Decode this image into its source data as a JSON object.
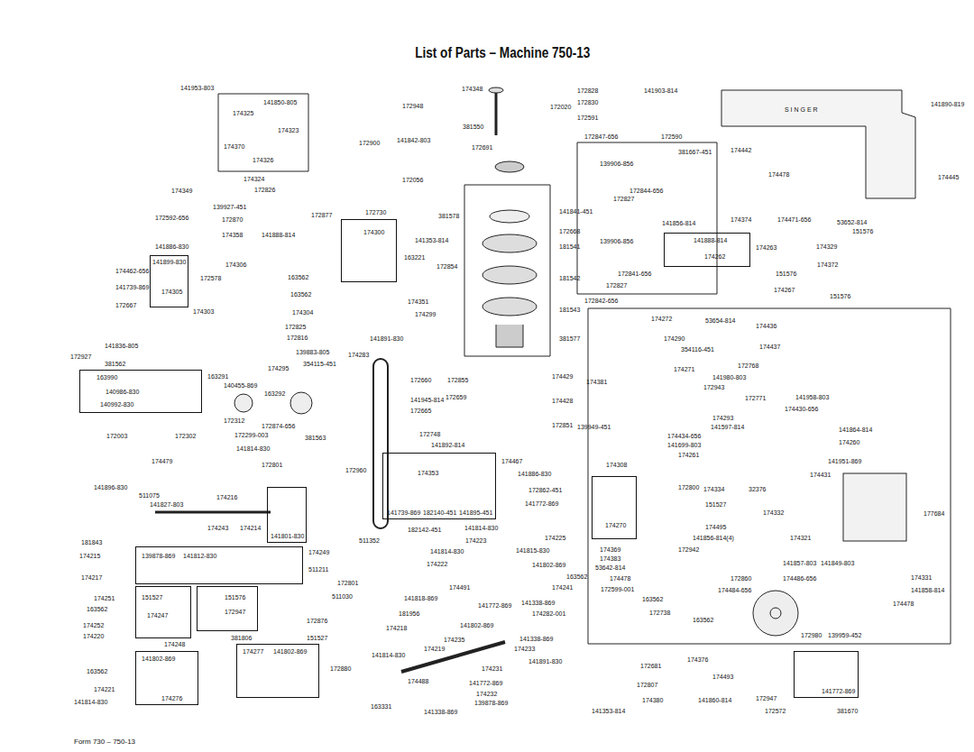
{
  "diagram": {
    "title": "List of Parts – Machine 750-13",
    "caption": "Form 730 – 750-13",
    "nodes": [
      {
        "text": [
          "141899-830",
          "174305"
        ]
      },
      {
        "text": [
          "174300"
        ]
      },
      {
        "text": [
          "141888-814",
          "174262"
        ]
      },
      {
        "text": [
          "163990",
          "140986-830",
          "140992-830"
        ]
      },
      {
        "text": [
          "174353",
          "141739-869",
          "182140-451",
          "141895-451"
        ]
      },
      {
        "text": [
          "174270"
        ]
      },
      {
        "text": [
          "141801-830"
        ]
      },
      {
        "text": [
          "139878-869",
          "141812-830"
        ]
      },
      {
        "text": [
          "151527",
          "174247"
        ]
      },
      {
        "text": [
          "151576",
          "172947"
        ]
      },
      {
        "text": [
          "141802-869",
          "174276"
        ]
      },
      {
        "text": [
          "174277",
          "141802-869"
        ]
      },
      {
        "text": [
          "141772-869"
        ]
      }
    ],
    "labels": [
      "141953-803",
      "141850-805",
      "174325",
      "174323",
      "174370",
      "174326",
      "174324",
      "172826",
      "174349",
      "139927-451",
      "172870",
      "174358",
      "141888-814",
      "172592-656",
      "141886-830",
      "174462-656",
      "172578",
      "141739-869",
      "172667",
      "174303",
      "174306",
      "163562",
      "163562",
      "174304",
      "172825",
      "172816",
      "139883-805",
      "174295",
      "354115-451",
      "174283",
      "141836-805",
      "172927",
      "381562",
      "163291",
      "140455-869",
      "163292",
      "172312",
      "172874-656",
      "172299-003",
      "381563",
      "141814-830",
      "172801",
      "172003",
      "172302",
      "172948",
      "141842-803",
      "172900",
      "172056",
      "172877",
      "172730",
      "141353-814",
      "163221",
      "172854",
      "174351",
      "174299",
      "141891-830",
      "174348",
      "172020",
      "381550",
      "172691",
      "381578",
      "141841-451",
      "172668",
      "181541",
      "181542",
      "181543",
      "381577",
      "172828",
      "141903-814",
      "172830",
      "172591",
      "172847-656",
      "172590",
      "381667-451",
      "174442",
      "139906-856",
      "172844-656",
      "172827",
      "141856-814",
      "139906-856",
      "172841-656",
      "172827",
      "172842-656",
      "174478",
      "174445",
      "141890-819",
      "S I N G E R",
      "174374",
      "174471-656",
      "53652-814",
      "151576",
      "174329",
      "174372",
      "174263",
      "151576",
      "174267",
      "151576",
      "172660",
      "172855",
      "174429",
      "141945-814",
      "172659",
      "172665",
      "174428",
      "174381",
      "172748",
      "172851",
      "141892-814",
      "139949-451",
      "174467",
      "172960",
      "141886-830",
      "172862-451",
      "141772-869",
      "182142-451",
      "141814-830",
      "174225",
      "174223",
      "141814-830",
      "141815-830",
      "511352",
      "174222",
      "141802-869",
      "163562",
      "172801",
      "174241",
      "511030",
      "174491",
      "141818-869",
      "141772-869",
      "141338-869",
      "174282-001",
      "181956",
      "141802-869",
      "174218",
      "174235",
      "141338-869",
      "174219",
      "174233",
      "141814-830",
      "174488",
      "141891-830",
      "174231",
      "141772-869",
      "174232",
      "139878-869",
      "163331",
      "141338-869",
      "174479",
      "141896-830",
      "511075",
      "141827-803",
      "174216",
      "174243",
      "174214",
      "181843",
      "174249",
      "174215",
      "511211",
      "174217",
      "174251",
      "163562",
      "172876",
      "174252",
      "174220",
      "174248",
      "381806",
      "151527",
      "172880",
      "163562",
      "174221",
      "141814-830",
      "174272",
      "53654-814",
      "174436",
      "174290",
      "174437",
      "354116-451",
      "174271",
      "172768",
      "141980-803",
      "141958-803",
      "172943",
      "172771",
      "174430-656",
      "174293",
      "141864-814",
      "141597-814",
      "174434-656",
      "174260",
      "141699-803",
      "174261",
      "141951-869",
      "174308",
      "174431",
      "172800",
      "174334",
      "32376",
      "151527",
      "174332",
      "177684",
      "174495",
      "174321",
      "141856-814(4)",
      "174369",
      "174383",
      "53642-814",
      "172942",
      "141857-803",
      "141849-803",
      "174478",
      "172860",
      "174486-656",
      "174331",
      "172599-001",
      "174484-656",
      "141858-814",
      "163562",
      "174478",
      "172738",
      "163562",
      "172980",
      "139959-452",
      "172681",
      "174376",
      "174493",
      "172807",
      "174380",
      "141860-814",
      "172947",
      "141353-814",
      "172572",
      "381670"
    ]
  }
}
